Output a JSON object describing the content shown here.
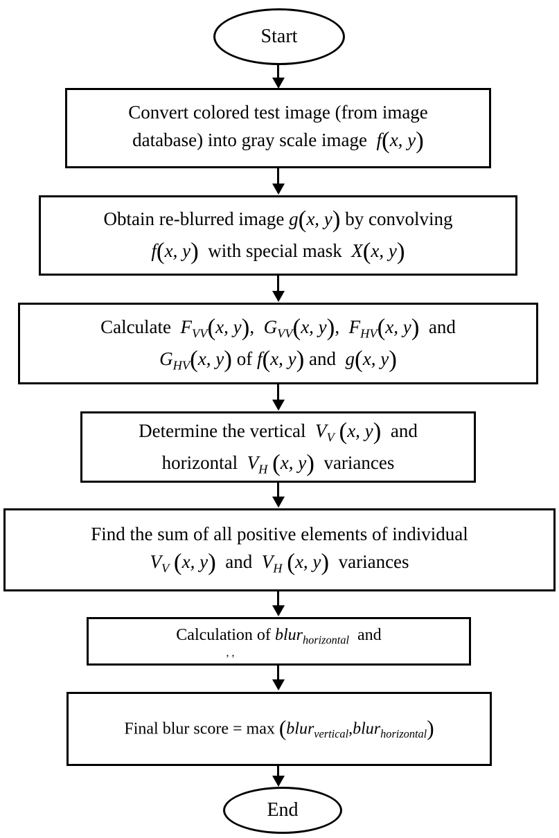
{
  "start_label": "Start",
  "end_label": "End",
  "step1": {
    "line1": "Convert colored test image (from image",
    "line2_text": "database) into gray scale image",
    "f": "f",
    "xy": "x, y"
  },
  "step2": {
    "text_a": "Obtain re-blurred image",
    "g": "g",
    "xy": "x, y",
    "text_b": "by convolving",
    "f": "f",
    "text_c": "with special mask",
    "X": "X"
  },
  "step3": {
    "text_a": "Calculate",
    "F": "F",
    "G": "G",
    "sub_vv": "VV",
    "sub_hv": "HV",
    "xy": "x, y",
    "comma": ",",
    "and": "and",
    "of": "of",
    "f": "f",
    "g": "g"
  },
  "step4": {
    "text_a": "Determine the vertical",
    "V": "V",
    "sub_v": "V",
    "sub_h": "H",
    "xy": "x, y",
    "and": "and",
    "text_b": "horizontal",
    "text_c": "variances"
  },
  "step5": {
    "line1": "Find the sum of all positive elements of individual",
    "V": "V",
    "sub_v": "V",
    "sub_h": "H",
    "xy": "x, y",
    "and": "and",
    "text_c": "variances"
  },
  "step6": {
    "text_a": "Calculation of",
    "blur": "blur",
    "sub_horizontal": "horizontal",
    "and": "and",
    "residue": ", ,"
  },
  "step7": {
    "text_a": "Final blur score = max",
    "blur": "blur",
    "sub_vertical": "vertical",
    "sub_horizontal": "horizontal",
    "comma": ","
  }
}
